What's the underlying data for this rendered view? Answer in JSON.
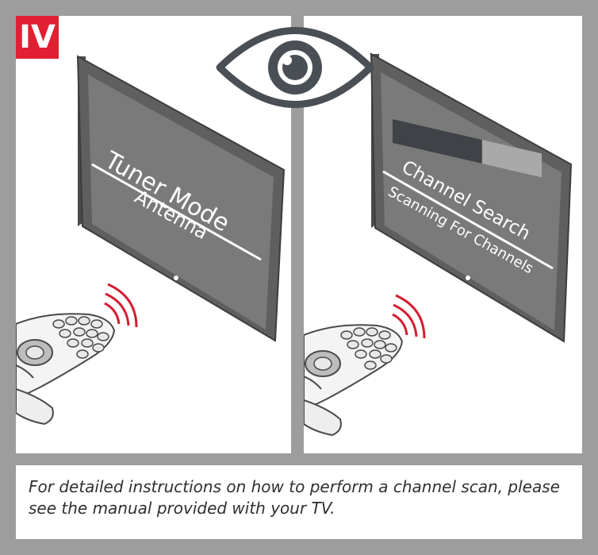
{
  "step": {
    "label": "IV"
  },
  "left_tv": {
    "title": "Tuner Mode",
    "subtitle": "Antenna"
  },
  "right_tv": {
    "title": "Channel Search",
    "subtitle": "Scanning For Channels",
    "progress": 0.6
  },
  "caption": {
    "text": "For detailed instructions on how to perform a channel scan, please see the manual provided with your TV."
  },
  "colors": {
    "frame": "#9d9d9d",
    "badge": "#e21f33",
    "tv_screen": "#7a7a7a",
    "tv_bezel": "#5f5f5f",
    "signal": "#d51d30",
    "eye": "#4a4f56"
  },
  "icons": [
    "eye-icon",
    "signal-waves-icon",
    "remote-control-icon",
    "tv-icon",
    "hand-icon"
  ]
}
